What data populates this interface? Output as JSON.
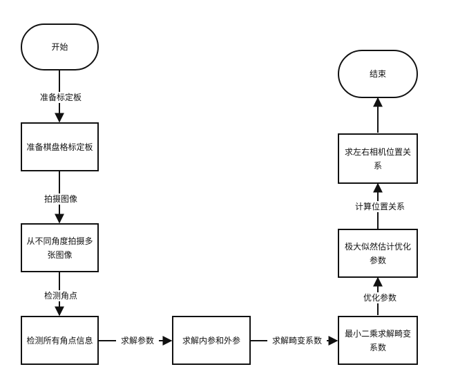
{
  "nodes": {
    "start": "开始",
    "prepare_board": "准备棋盘格标定板",
    "capture_images": "从不同角度拍摄多张图像",
    "detect_corners": "检测所有角点信息",
    "solve_params": "求解内参和外参",
    "least_squares": "最小二乘求解畸变系数",
    "mle_optimize": "极大似然估计优化参数",
    "stereo_pose": "求左右相机位置关系",
    "end": "结束"
  },
  "edges": {
    "prepare": "准备标定板",
    "shoot": "拍摄图像",
    "detect": "检测角点",
    "solve_params": "求解参数",
    "solve_distortion": "求解畸变系数",
    "optimize": "优化参数",
    "compute_pose": "计算位置关系"
  }
}
